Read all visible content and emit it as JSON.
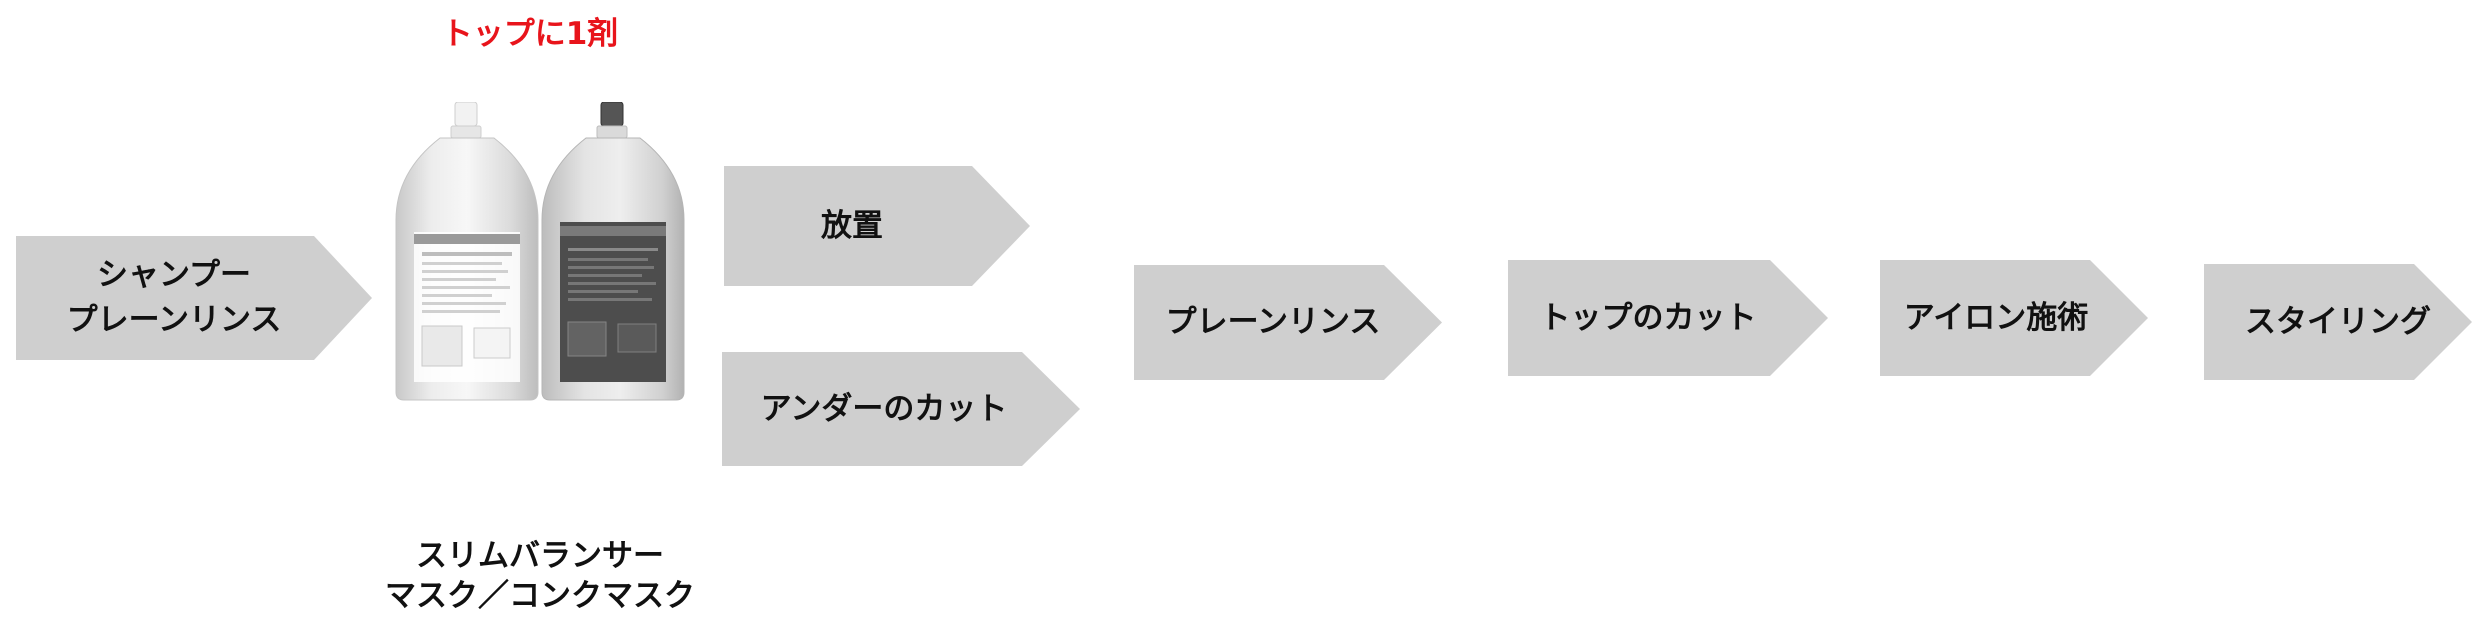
{
  "colors": {
    "arrow_fill": "#cfcfcf",
    "note_red": "#e8141b",
    "text": "#111111"
  },
  "note_top": "トップに1剤",
  "product": {
    "name_line1": "スリムバランサー",
    "name_line2": "マスク／コンクマスク",
    "pouch_light": "white-refill-pouch",
    "pouch_dark": "dark-refill-pouch"
  },
  "steps": {
    "shampoo": "シャンプー\nプレーンリンス",
    "hochi": "放置",
    "under_cut": "アンダーのカット",
    "plain_rinse": "プレーンリンス",
    "top_cut": "トップのカット",
    "iron": "アイロン施術",
    "styling": "スタイリング"
  }
}
